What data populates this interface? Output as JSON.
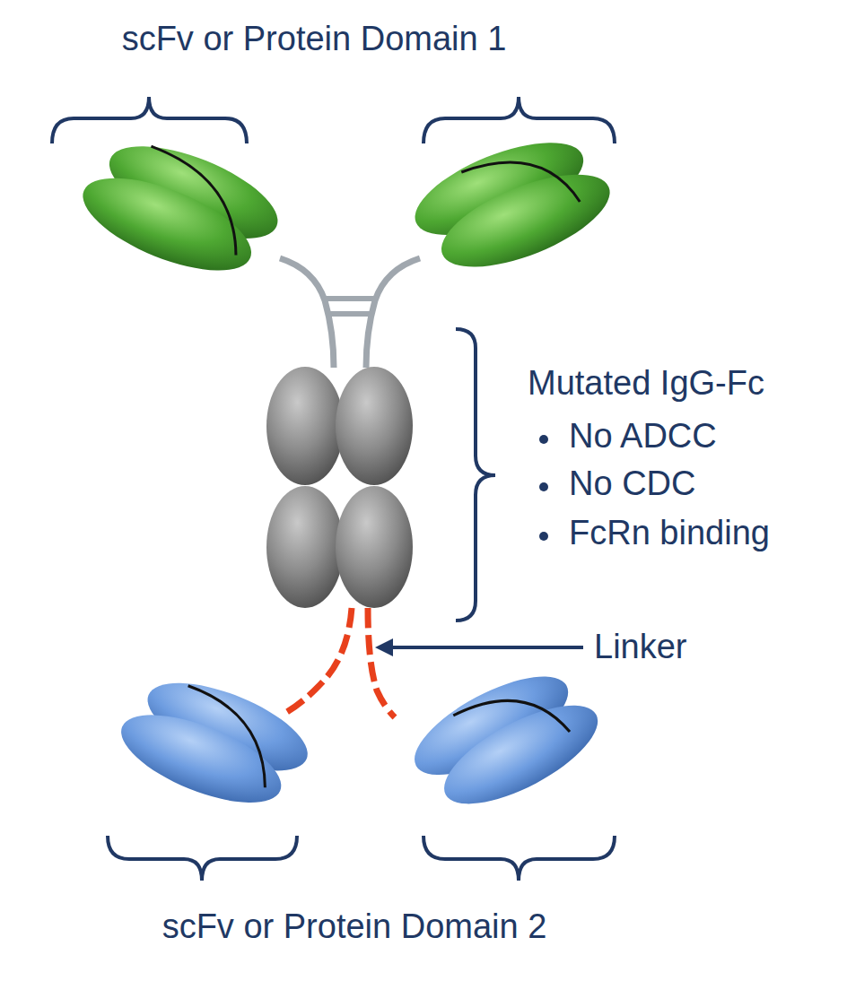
{
  "diagram": {
    "labels": [
      "scFv or Protein Domain 1",
      "Mutated IgG-Fc",
      "No ADCC",
      "No CDC",
      "FcRn binding",
      "Linker",
      "scFv or Protein Domain 2"
    ]
  }
}
